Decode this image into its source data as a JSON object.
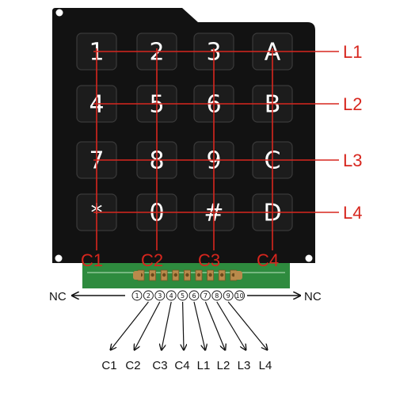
{
  "keypad": {
    "rows": [
      [
        "1",
        "2",
        "3",
        "A"
      ],
      [
        "4",
        "5",
        "6",
        "B"
      ],
      [
        "7",
        "8",
        "9",
        "C"
      ],
      [
        "*",
        "0",
        "#",
        "D"
      ]
    ]
  },
  "lines": {
    "row_labels": [
      "L1",
      "L2",
      "L3",
      "L4"
    ],
    "column_labels": [
      "C1",
      "C2",
      "C3",
      "C4"
    ],
    "color": "#d7261e"
  },
  "connector": {
    "pin_numbers": [
      "①",
      "②",
      "③",
      "④",
      "⑤",
      "⑥",
      "⑦",
      "⑧",
      "⑨",
      "⑩"
    ],
    "nc_left": "NC",
    "nc_right": "NC",
    "pin_labels": [
      "C1",
      "C2",
      "C3",
      "C4",
      "L1",
      "L2",
      "L3",
      "L4"
    ]
  },
  "colors": {
    "keypad_body": "#121212",
    "key": "#1c1c1c",
    "pcb": "#2e8b3e"
  }
}
